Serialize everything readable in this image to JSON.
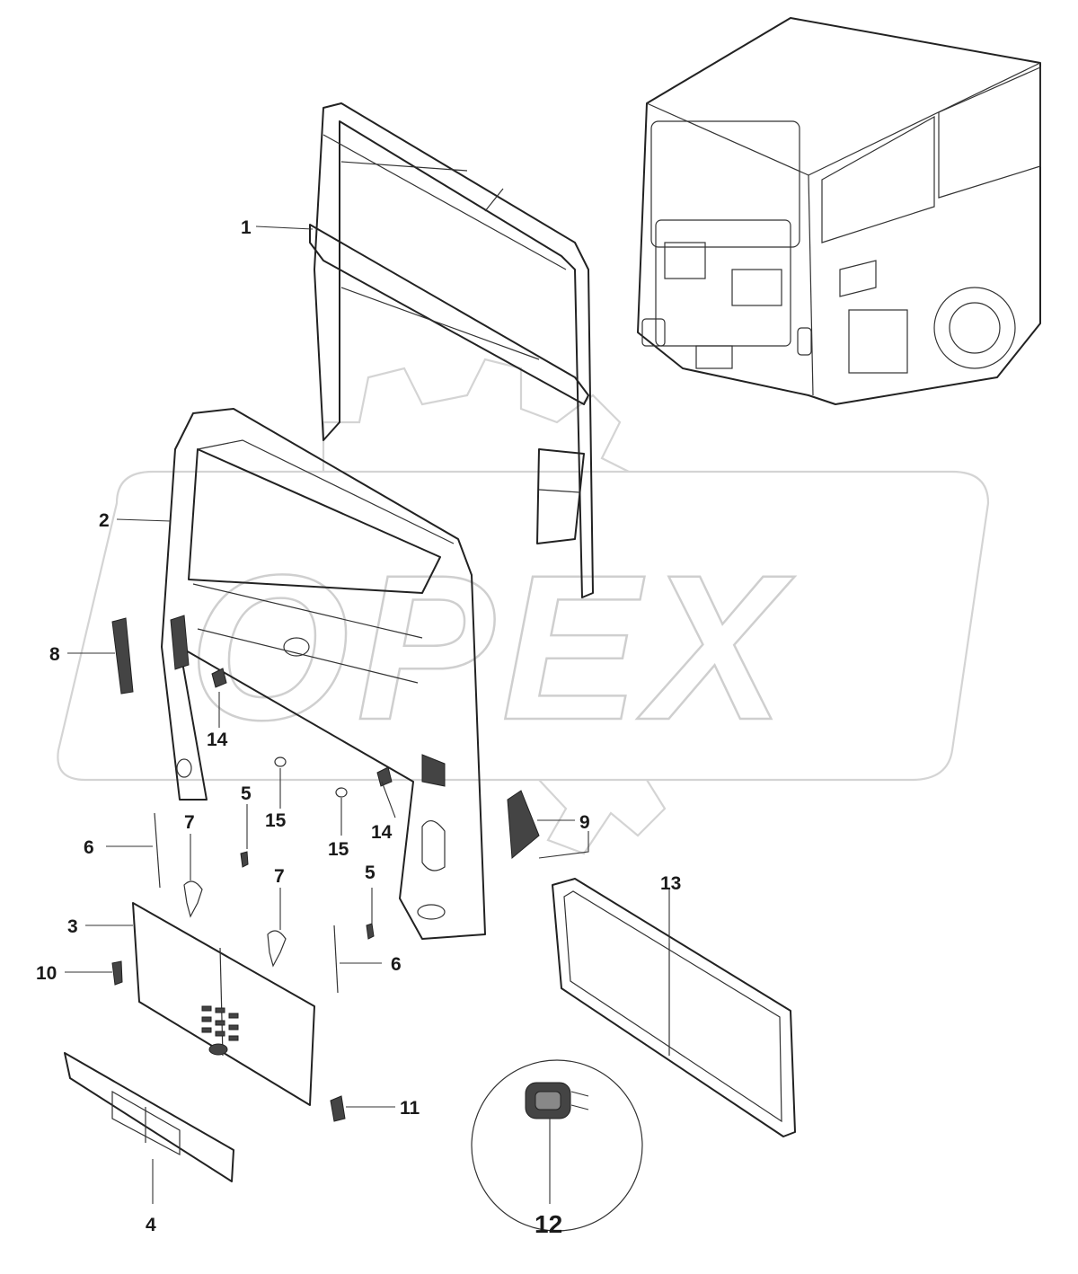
{
  "watermark": {
    "text": "OPEX"
  },
  "callouts": [
    {
      "id": "c1",
      "text": "1"
    },
    {
      "id": "c2",
      "text": "2"
    },
    {
      "id": "c3",
      "text": "3"
    },
    {
      "id": "c4",
      "text": "4"
    },
    {
      "id": "c5a",
      "text": "5"
    },
    {
      "id": "c5b",
      "text": "5"
    },
    {
      "id": "c6a",
      "text": "6"
    },
    {
      "id": "c6b",
      "text": "6"
    },
    {
      "id": "c7a",
      "text": "7"
    },
    {
      "id": "c7b",
      "text": "7"
    },
    {
      "id": "c8",
      "text": "8"
    },
    {
      "id": "c9",
      "text": "9"
    },
    {
      "id": "c10",
      "text": "10"
    },
    {
      "id": "c11",
      "text": "11"
    },
    {
      "id": "c12",
      "text": "12"
    },
    {
      "id": "c13",
      "text": "13"
    },
    {
      "id": "c14a",
      "text": "14"
    },
    {
      "id": "c14b",
      "text": "14"
    },
    {
      "id": "c15a",
      "text": "15"
    },
    {
      "id": "c15b",
      "text": "15"
    }
  ]
}
